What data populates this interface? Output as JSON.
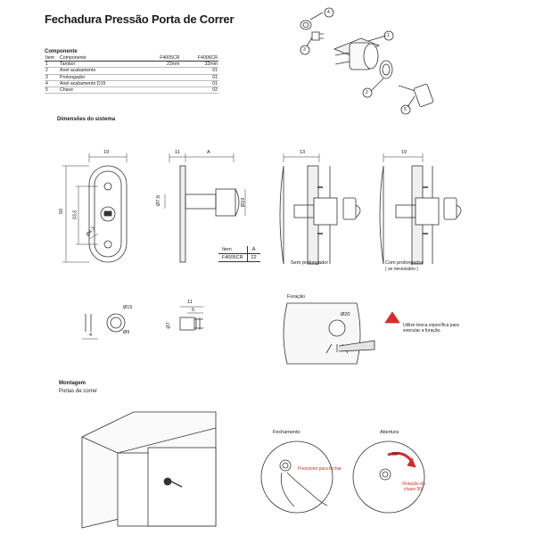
{
  "title": "Fechadura Pressão Porta de Correr",
  "components": {
    "heading": "Componente",
    "columns": [
      "Item",
      "Componente",
      "F4005CR",
      "F4006CR"
    ],
    "rows": [
      [
        "1",
        "Tambor",
        "22mm",
        "32mm"
      ],
      [
        "2",
        "Anel acabamento",
        "",
        "01"
      ],
      [
        "3",
        "Prolongador",
        "",
        "01"
      ],
      [
        "4",
        "Anel acabamento D15",
        "",
        "01"
      ],
      [
        "5",
        "Chave",
        "",
        "02"
      ]
    ]
  },
  "callouts": [
    "1",
    "2",
    "3",
    "4",
    "5"
  ],
  "dimensions_heading": "Dimensões do sistema",
  "front_view": {
    "w": "19",
    "h": "50",
    "hole": "33,5",
    "slot": "Ø4,3"
  },
  "side_view": {
    "a": "11",
    "b": "A",
    "d1": "Ø7,8",
    "d2": "Ø19"
  },
  "item_table": {
    "headers": [
      "Item",
      "A"
    ],
    "row": [
      "F4005CR",
      "22"
    ]
  },
  "sem": {
    "dim": "13",
    "label": "Sem prolongador"
  },
  "com": {
    "dim": "19",
    "label": "Com prolongador",
    "note": "( se necessário )"
  },
  "ring": {
    "h": "4",
    "d_out": "Ø15",
    "d_in": "Ø9"
  },
  "extender": {
    "a": "11",
    "b": "6",
    "d": "Ø7"
  },
  "furacao": {
    "label": "Furação",
    "d": "Ø20",
    "warning": "Utilize broca específica para executar a furação."
  },
  "montagem": {
    "heading": "Montagem",
    "sub": "Portas de correr"
  },
  "fechamento": {
    "title": "Fechamento",
    "hint": "Pressione para fechar"
  },
  "abertura": {
    "title": "Abertura",
    "angle": "50°",
    "hint": "Rotação da chave 50°"
  },
  "colors": {
    "line": "#333333",
    "fill": "#e8e8e8",
    "accent": "#d72a2a"
  }
}
